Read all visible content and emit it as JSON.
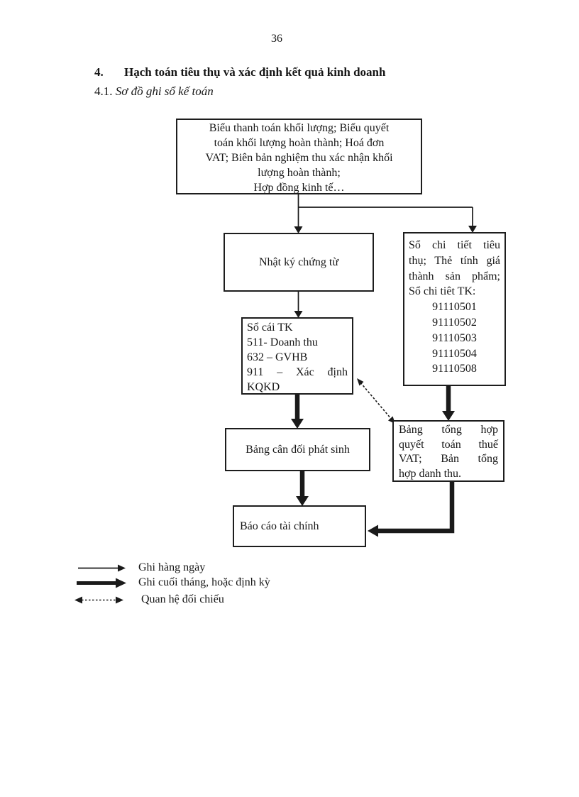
{
  "page": {
    "number": "36"
  },
  "heading": {
    "number": "4.",
    "text": "Hạch toán tiêu thụ và xác định kết quả kinh doanh"
  },
  "subheading": {
    "number": "4.1.",
    "text": "Sơ đồ ghi sổ kế toán"
  },
  "colors": {
    "ink": "#1a1a1a",
    "paper": "#ffffff"
  },
  "diagram": {
    "boxes": {
      "documents": {
        "lines": [
          "Biểu thanh toán khối lượng; Biểu quyết",
          "toán khối lượng hoàn thành; Hoá đơn",
          "VAT; Biên bản nghiệm thu xác nhận khối",
          "lượng hoàn thành;",
          "Hợp đồng kinh tế…"
        ]
      },
      "journal": {
        "label": "Nhật ký chứng từ"
      },
      "detail": {
        "lines": [
          "Sổ chi tiết tiêu",
          "thụ; Thẻ tính giá",
          "thành sản phẩm;",
          "Sổ chi tiêt TK:"
        ],
        "accounts": [
          "91110501",
          "91110502",
          "91110503",
          "91110504",
          "91110508"
        ]
      },
      "ledger": {
        "lines": [
          "Sổ cái TK",
          "511- Doanh thu",
          "632 – GVHB",
          "911 – Xác định",
          "KQKD"
        ]
      },
      "balance": {
        "label": "Bảng cân đối phát sinh"
      },
      "summary": {
        "lines": [
          "Bảng tổng hợp",
          "quyết toán thuế",
          "VAT; Bản tổng",
          "hợp danh thu."
        ]
      },
      "report": {
        "label": "Báo cáo tài chính"
      }
    }
  },
  "legend": {
    "items": [
      {
        "icon": "daily-write-arrow",
        "label": "Ghi hàng ngày"
      },
      {
        "icon": "periodic-write-arrow",
        "label": "Ghi cuối tháng, hoặc định kỳ"
      },
      {
        "icon": "reconcile-arrow",
        "label": "Quan hệ đối chiếu"
      }
    ]
  }
}
